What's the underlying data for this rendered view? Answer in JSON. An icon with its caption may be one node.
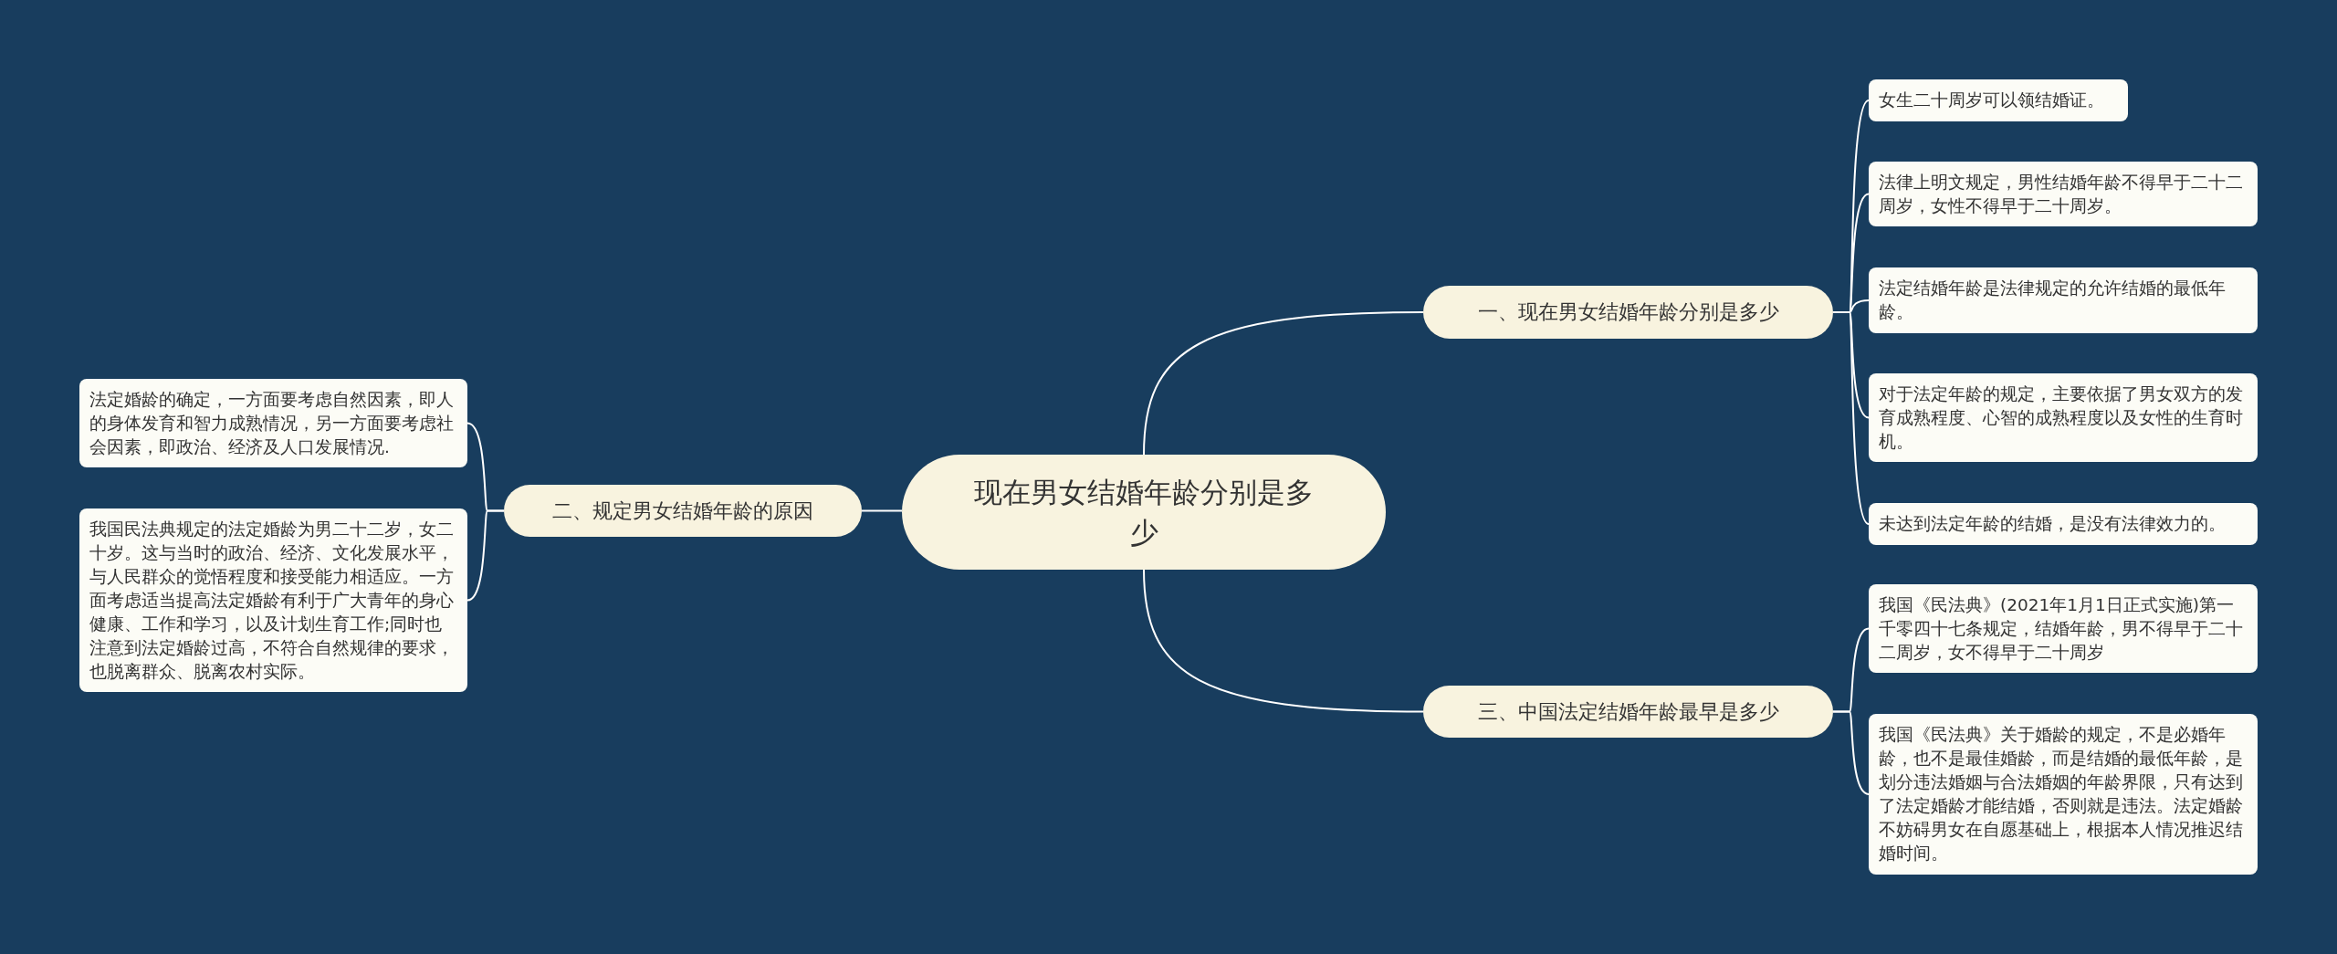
{
  "diagram": {
    "nodes": [
      {
        "text": [
          "现在男女结婚年龄分别是多少"
        ]
      },
      {
        "text": [
          "一、现在男女结婚年龄分别是多少"
        ]
      },
      {
        "text": [
          "女生二十周岁可以领结婚证。"
        ]
      },
      {
        "text": [
          "法律上明文规定，男性结婚年龄不得早于二十二周岁，女性不得早于二十周岁。"
        ]
      },
      {
        "text": [
          "法定结婚年龄是法律规定的允许结婚的最低年龄。"
        ]
      },
      {
        "text": [
          "对于法定年龄的规定，主要依据了男女双方的发育成熟程度、心智的成熟程度以及女性的生育时机。"
        ]
      },
      {
        "text": [
          "未达到法定年龄的结婚，是没有法律效力的。"
        ]
      },
      {
        "text": [
          "二、规定男女结婚年龄的原因"
        ]
      },
      {
        "text": [
          "法定婚龄的确定，一方面要考虑自然因素，即人的身体发育和智力成熟情况，另一方面要考虑社会因素，即政治、经济及人口发展情况."
        ]
      },
      {
        "text": [
          "我国民法典规定的法定婚龄为男二十二岁，女二十岁。这与当时的政治、经济、文化发展水平，与人民群众的觉悟程度和接受能力相适应。一方面考虑适当提高法定婚龄有利于广大青年的身心健康、工作和学习，以及计划生育工作;同时也注意到法定婚龄过高，不符合自然规律的要求，也脱离群众、脱离农村实际。"
        ]
      },
      {
        "text": [
          "三、中国法定结婚年龄最早是多少"
        ]
      },
      {
        "text": [
          "我国《民法典》(2021年1月1日正式实施)第一千零四十七条规定，结婚年龄，男不得早于二十二周岁，女不得早于二十周岁"
        ]
      },
      {
        "text": [
          "我国《民法典》关于婚龄的规定，不是必婚年龄，也不是最佳婚龄，而是结婚的最低年龄，是划分违法婚姻与合法婚姻的年龄界限，只有达到了法定婚龄才能结婚，否则就是违法。法定婚龄不妨碍男女在自愿基础上，根据本人情况推迟结婚时间。"
        ]
      }
    ],
    "edges": [
      {
        "from": 0,
        "to": 1,
        "arrow": "none"
      },
      {
        "from": 1,
        "to": 2,
        "arrow": "none"
      },
      {
        "from": 1,
        "to": 3,
        "arrow": "none"
      },
      {
        "from": 1,
        "to": 4,
        "arrow": "none"
      },
      {
        "from": 1,
        "to": 5,
        "arrow": "none"
      },
      {
        "from": 1,
        "to": 6,
        "arrow": "none"
      },
      {
        "from": 0,
        "to": 7,
        "arrow": "none"
      },
      {
        "from": 7,
        "to": 8,
        "arrow": "none"
      },
      {
        "from": 7,
        "to": 9,
        "arrow": "none"
      },
      {
        "from": 0,
        "to": 10,
        "arrow": "none"
      },
      {
        "from": 10,
        "to": 11,
        "arrow": "none"
      },
      {
        "from": 10,
        "to": 12,
        "arrow": "none"
      }
    ]
  }
}
